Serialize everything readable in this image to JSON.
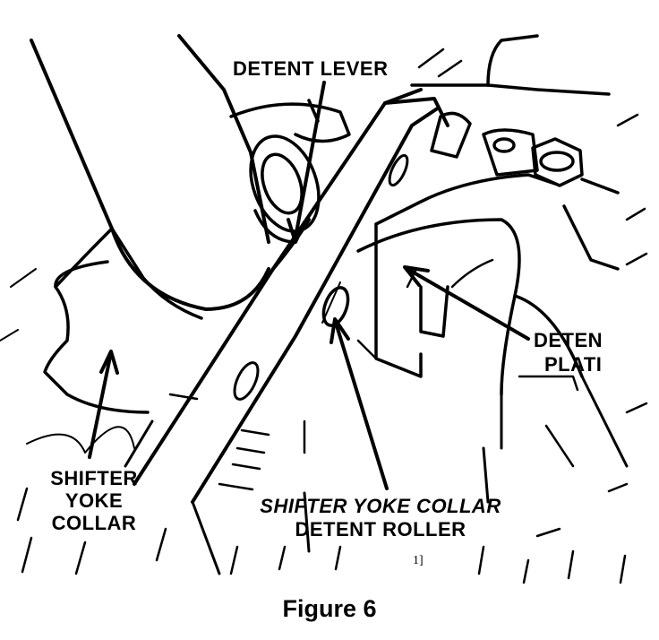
{
  "labels": {
    "detent_lever": "DETENT LEVER",
    "detent_plate_line1": "DETEN",
    "detent_plate_line2": "PLATI",
    "shifter_yoke_collar_line1": "SHIFTER",
    "shifter_yoke_collar_line2": "YOKE",
    "shifter_yoke_collar_line3": "COLLAR",
    "roller_line1": "SHIFTER YOKE COLLAR",
    "roller_line2": "DETENT ROLLER"
  },
  "page_number": "1]",
  "caption": "Figure 6",
  "colors": {
    "ink": "#000000",
    "paper": "#ffffff"
  }
}
